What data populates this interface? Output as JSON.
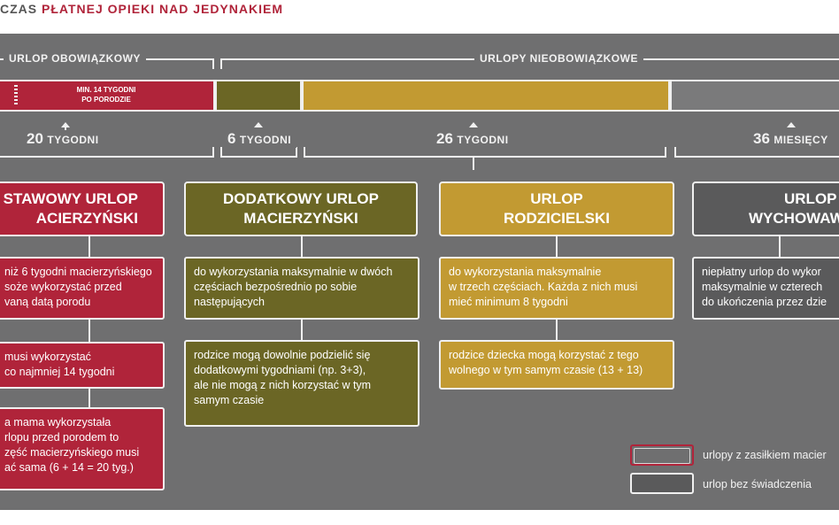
{
  "title": {
    "part1": "czas ",
    "part2": "płatnej opieki nad jedynakiem"
  },
  "headers": {
    "mandatory": "URLOP OBOWIĄZKOWY",
    "optional": "URLOPY NIEOBOWIĄZKOWE"
  },
  "bar": {
    "text_line1": "MIN. 14 TYGODNI",
    "text_line2": "PO PORODZIE"
  },
  "durations": [
    {
      "num": "20",
      "unit": "TYGODNI"
    },
    {
      "num": "6",
      "unit": "TYGODNI"
    },
    {
      "num": "26",
      "unit": "TYGODNI"
    },
    {
      "num": "36",
      "unit": "MIESIĘCY"
    }
  ],
  "cards": {
    "c1_l1": "STAWOWY URLOP",
    "c1_l2": "ACIERZYŃSKI",
    "c2_l1": "DODATKOWY URLOP",
    "c2_l2": "MACIERZYŃSKI",
    "c3_l1": "URLOP",
    "c3_l2": "RODZICIELSKI",
    "c4_l1": "URLOP",
    "c4_l2": "WYCHOWAW"
  },
  "boxes": {
    "r1": "niż 6 tygodni macierzyńskiego\nsoże wykorzystać przed\nvaną datą porodu",
    "r2": "musi wykorzystać\nco najmniej 14 tygodni",
    "r3": "a mama wykorzystała\nrlopu przed porodem to\nzęść macierzyńskiego musi\nać sama (6 + 14 = 20 tyg.)",
    "o1": "do wykorzystania maksymalnie w dwóch\nczęściach bezpośrednio po sobie\nnastępujących",
    "o2": "rodzice mogą dowolnie podzielić się\ndodatkowymi tygodniami (np. 3+3),\nale nie mogą z nich korzystać w tym\nsamym czasie",
    "g1": "do wykorzystania maksymalnie\nw trzech częściach. Każda z nich musi\nmieć minimum 8 tygodni",
    "g2": "rodzice dziecka mogą korzystać z tego\nwolnego w tym samym czasie (13 + 13)",
    "w1": "niepłatny urlop do wykor\nmaksymalnie w czterech\ndo ukończenia przez dzie"
  },
  "legend": {
    "paid": "urlopy z zasiłkiem macier",
    "unpaid": "urlop bez świadczenia"
  },
  "colors": {
    "red": "#b0243a",
    "olive": "#6b6625",
    "gold": "#c29a32",
    "grey": "#5a5a5b",
    "panel": "#6f6f70"
  }
}
